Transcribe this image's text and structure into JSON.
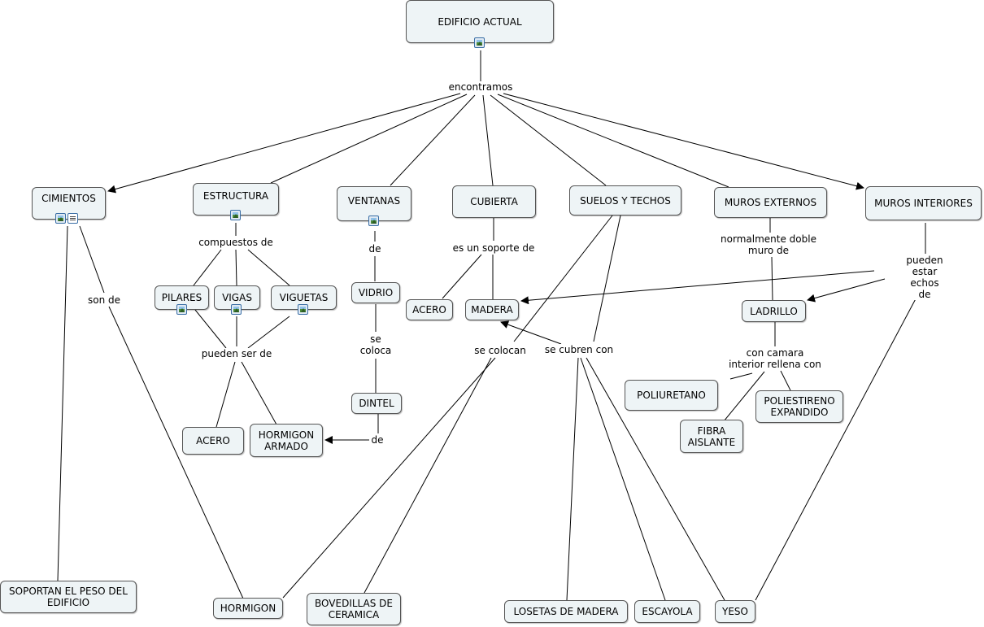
{
  "nodes": {
    "edificio_actual": "EDIFICIO ACTUAL",
    "cimientos": "CIMIENTOS",
    "estructura": "ESTRUCTURA",
    "ventanas": "VENTANAS",
    "cubierta": "CUBIERTA",
    "suelos_techos": "SUELOS Y TECHOS",
    "muros_externos": "MUROS EXTERNOS",
    "muros_interiores": "MUROS INTERIORES",
    "pilares": "PILARES",
    "vigas": "VIGAS",
    "viguetas": "VIGUETAS",
    "vidrio": "VIDRIO",
    "acero_cubierta": "ACERO",
    "madera": "MADERA",
    "ladrillo": "LADRILLO",
    "dintel": "DINTEL",
    "acero_estructura": "ACERO",
    "hormigon_armado": "HORMIGON\nARMADO",
    "poliuretano": "POLIURETANO",
    "poliestireno": "POLIESTIRENO\nEXPANDIDO",
    "fibra_aislante": "FIBRA\nAISLANTE",
    "soportan": "SOPORTAN EL PESO DEL\nEDIFICIO",
    "hormigon": "HORMIGON",
    "bovedillas": "BOVEDILLAS DE\nCERAMICA",
    "losetas": "LOSETAS DE MADERA",
    "escayola": "ESCAYOLA",
    "yeso": "YESO"
  },
  "phrases": {
    "encontramos": "encontramos",
    "compuestos_de": "compuestos de",
    "son_de": "son de",
    "de_ventanas": "de",
    "es_un_soporte_de": "es un soporte de",
    "normalmente_doble": "normalmente doble\nmuro de",
    "pueden_estar_echos": "pueden estar echos\nde",
    "pueden_ser_de": "pueden ser de",
    "se_coloca": "se\ncoloca",
    "se_colocan": "se colocan",
    "se_cubren_con": "se cubren con",
    "con_camara": "con camara\ninterior rellena con",
    "de_dintel": "de"
  },
  "icons": {
    "image": "image-resource-icon",
    "document": "document-resource-icon"
  },
  "colors": {
    "node_fill": "#eef4f6",
    "node_border": "#555555",
    "link": "#000000"
  }
}
